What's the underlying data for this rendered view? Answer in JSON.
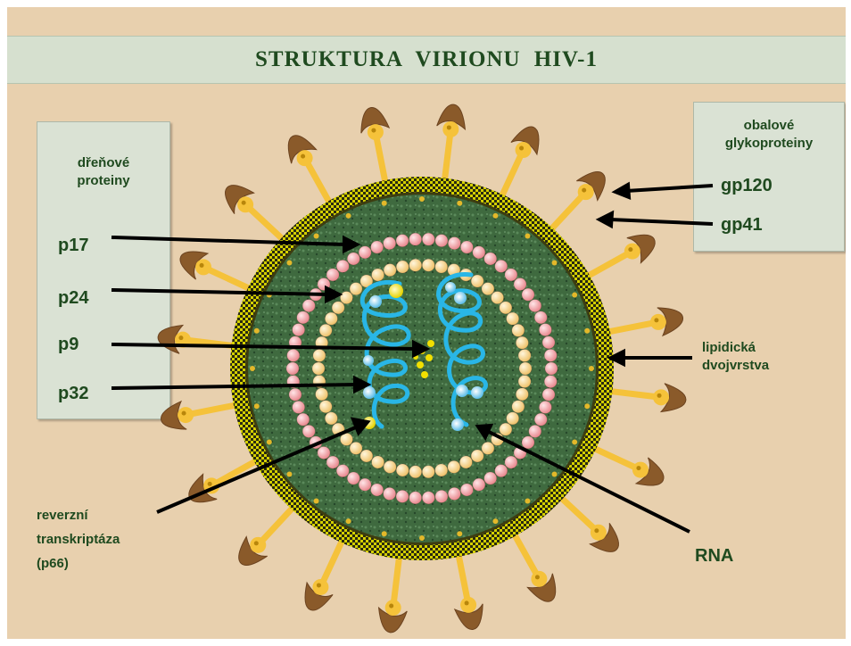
{
  "title": "STRUKTURA VIRIONU HIV-1",
  "core_panel": {
    "heading_line1": "dřeňové",
    "heading_line2": "proteiny",
    "items": [
      "p17",
      "p24",
      "p9",
      "p32"
    ]
  },
  "envelope_panel": {
    "heading_line1": "obalové",
    "heading_line2": "glykoproteiny",
    "items": [
      "gp120",
      "gp41"
    ]
  },
  "labels": {
    "lipid_line1": "lipidická",
    "lipid_line2": "dvojvrstva",
    "rt_line1": "reverzní",
    "rt_line2": "transkriptáza",
    "rt_line3": "(p66)",
    "rna": "RNA"
  },
  "colors": {
    "background": "#e8d0ae",
    "title_bar": "#d6e0cf",
    "text": "#1f4a1f",
    "matrix": "#3f6a3f",
    "lipid": "#d4d000",
    "spike": "#f5c23a",
    "cap": "#8a5a2a",
    "p17_bead": "#f2a3a6",
    "p24_bead": "#f8dc9c",
    "rna": "#29b6e6"
  }
}
